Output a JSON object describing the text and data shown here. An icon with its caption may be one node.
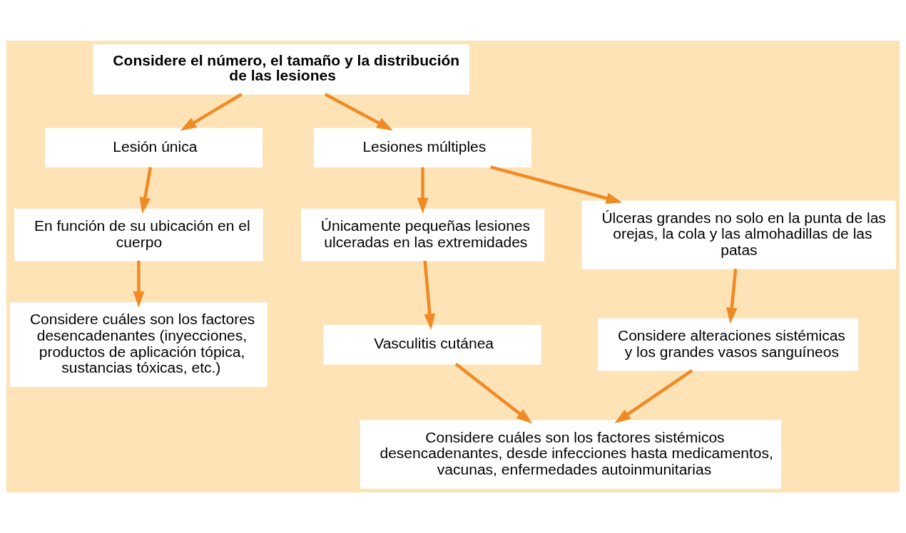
{
  "diagram": {
    "nodes": [
      {
        "text": [
          "Considere el número, el tamaño y la distribución de las lesiones"
        ]
      },
      {
        "text": [
          "Lesión única"
        ]
      },
      {
        "text": [
          "Lesiones múltiples"
        ]
      },
      {
        "text": [
          "En función de su ubicación en el cuerpo"
        ]
      },
      {
        "text": [
          "Considere cuáles son los factores desencadenantes (inyecciones, productos de aplicación tópica, sustancias tóxicas, etc.)"
        ]
      },
      {
        "text": [
          "Únicamente pequeñas lesiones ulceradas en las extremidades"
        ]
      },
      {
        "text": [
          "Úlceras grandes no solo en la punta de las orejas, la cola y las almohadillas de las patas"
        ]
      },
      {
        "text": [
          "Vasculitis cutánea"
        ]
      },
      {
        "text": [
          "Considere alteraciones sistémicas y los grandes vasos sanguíneos"
        ]
      },
      {
        "text": [
          "Considere cuáles son los factores sistémicos desencadenantes, desde infecciones hasta medicamentos, vacunas, enfermedades autoinmunitarias"
        ]
      }
    ],
    "edges": [
      {
        "from": 0,
        "to": 1,
        "arrow": "to"
      },
      {
        "from": 0,
        "to": 2,
        "arrow": "to"
      },
      {
        "from": 1,
        "to": 3,
        "arrow": "to"
      },
      {
        "from": 3,
        "to": 4,
        "arrow": "to"
      },
      {
        "from": 2,
        "to": 5,
        "arrow": "to"
      },
      {
        "from": 2,
        "to": 6,
        "arrow": "to"
      },
      {
        "from": 5,
        "to": 7,
        "arrow": "to"
      },
      {
        "from": 6,
        "to": 8,
        "arrow": "to"
      },
      {
        "from": 7,
        "to": 9,
        "arrow": "to"
      },
      {
        "from": 8,
        "to": 9,
        "arrow": "to"
      }
    ]
  }
}
